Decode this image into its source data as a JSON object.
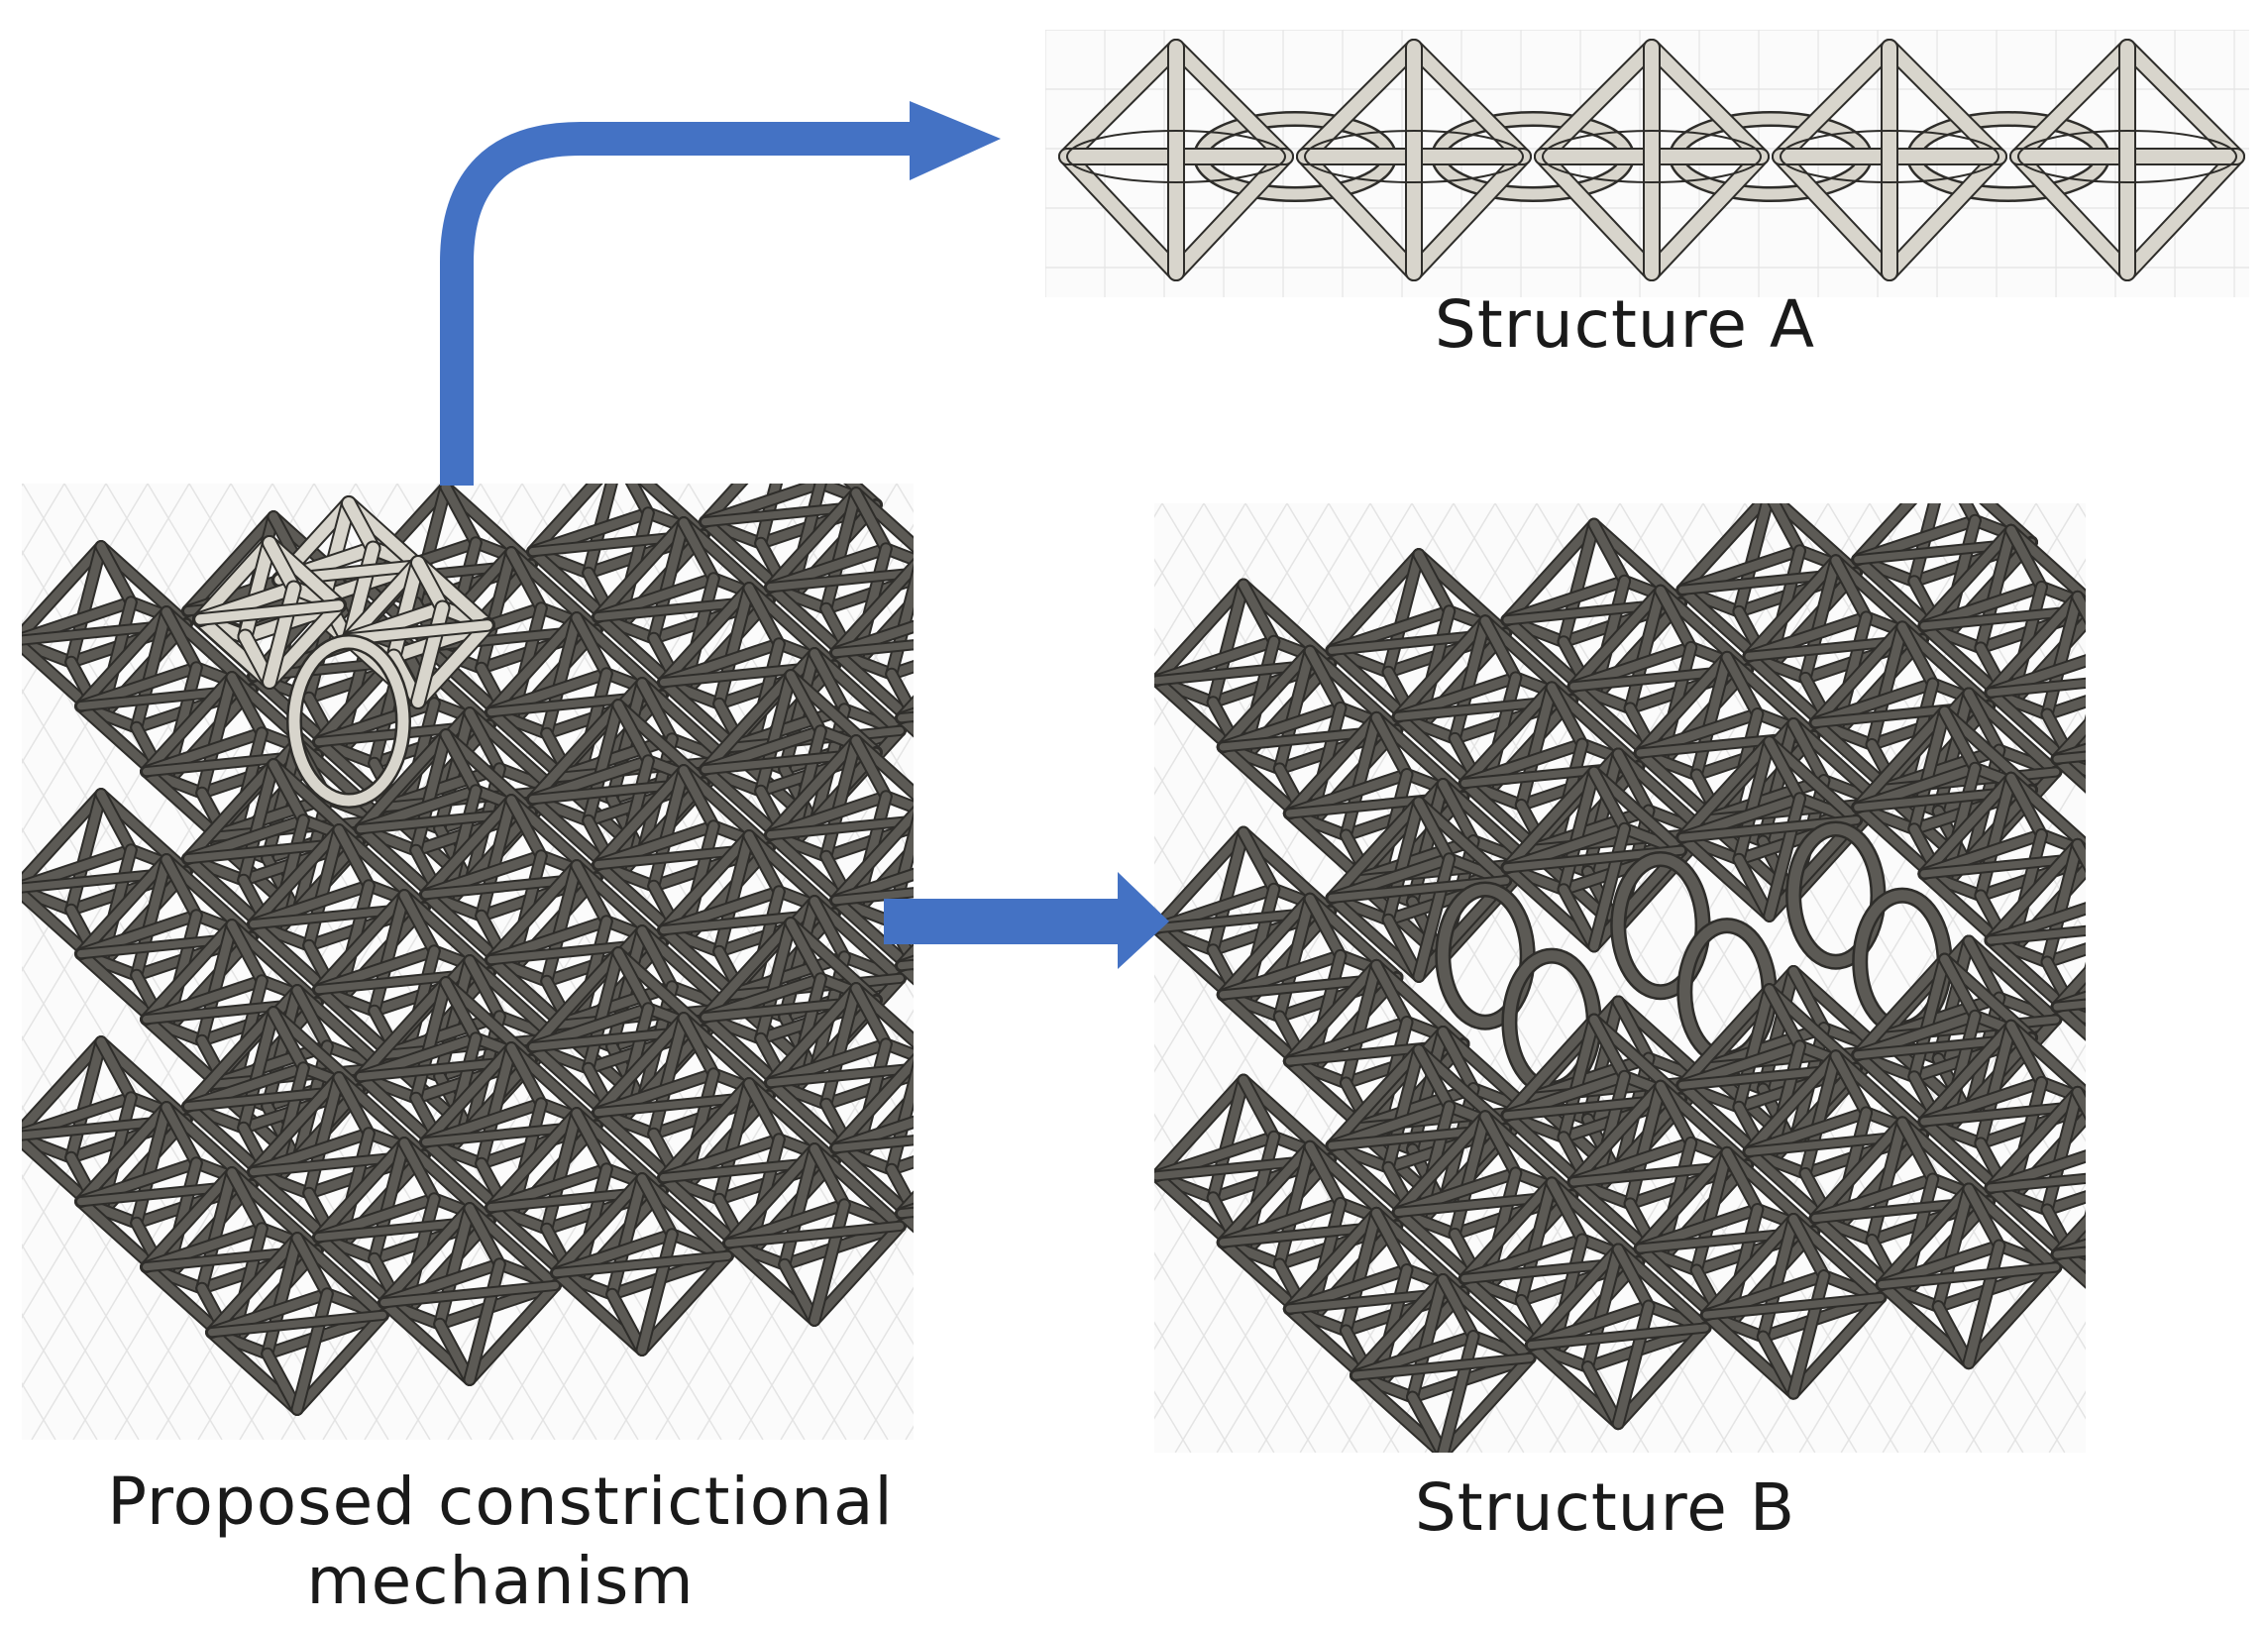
{
  "captions": {
    "structure_a": "Structure A",
    "main_line1": "Proposed constrictional",
    "main_line2": "mechanism",
    "structure_b": "Structure B"
  },
  "colors": {
    "arrow": "#4472c4",
    "strut_dark": "#5c5a55",
    "strut_light": "#d8d5cc",
    "grid": "#e4e4e4"
  }
}
